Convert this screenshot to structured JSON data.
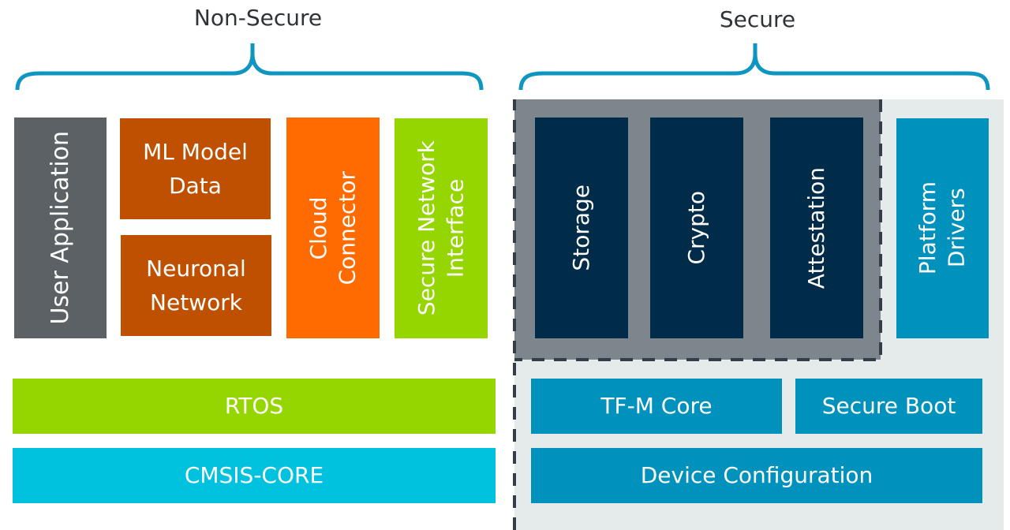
{
  "colors": {
    "brace": "#0f96c0",
    "title_text": "#2f3338",
    "user_application": "#5c6166",
    "ml_orange": "#bf5000",
    "cloud_orange": "#ff6b00",
    "green": "#95d600",
    "cmsis_cyan": "#00c1de",
    "secure_services_dark": "#002b49",
    "secure_services_bg": "#7d868c",
    "secure_blue": "#0091bd",
    "secure_area_bg": "#e5eaeb",
    "dashed_border": "#333e48"
  },
  "non_secure": {
    "title": "Non-Secure",
    "components": {
      "user_application": "User Application",
      "ml_model_data": "ML Model\nData",
      "neuronal_network": "Neuronal\nNetwork",
      "cloud_connector": "Cloud\nConnector",
      "secure_network_interface": "Secure Network\nInterface"
    },
    "layers": {
      "rtos": "RTOS",
      "cmsis_core": "CMSIS-CORE"
    }
  },
  "secure": {
    "title": "Secure",
    "services": {
      "storage": "Storage",
      "crypto": "Crypto",
      "attestation": "Attestation"
    },
    "platform_drivers": "Platform\nDrivers",
    "tfm_core": "TF-M Core",
    "secure_boot": "Secure Boot",
    "device_configuration": "Device Configuration"
  }
}
